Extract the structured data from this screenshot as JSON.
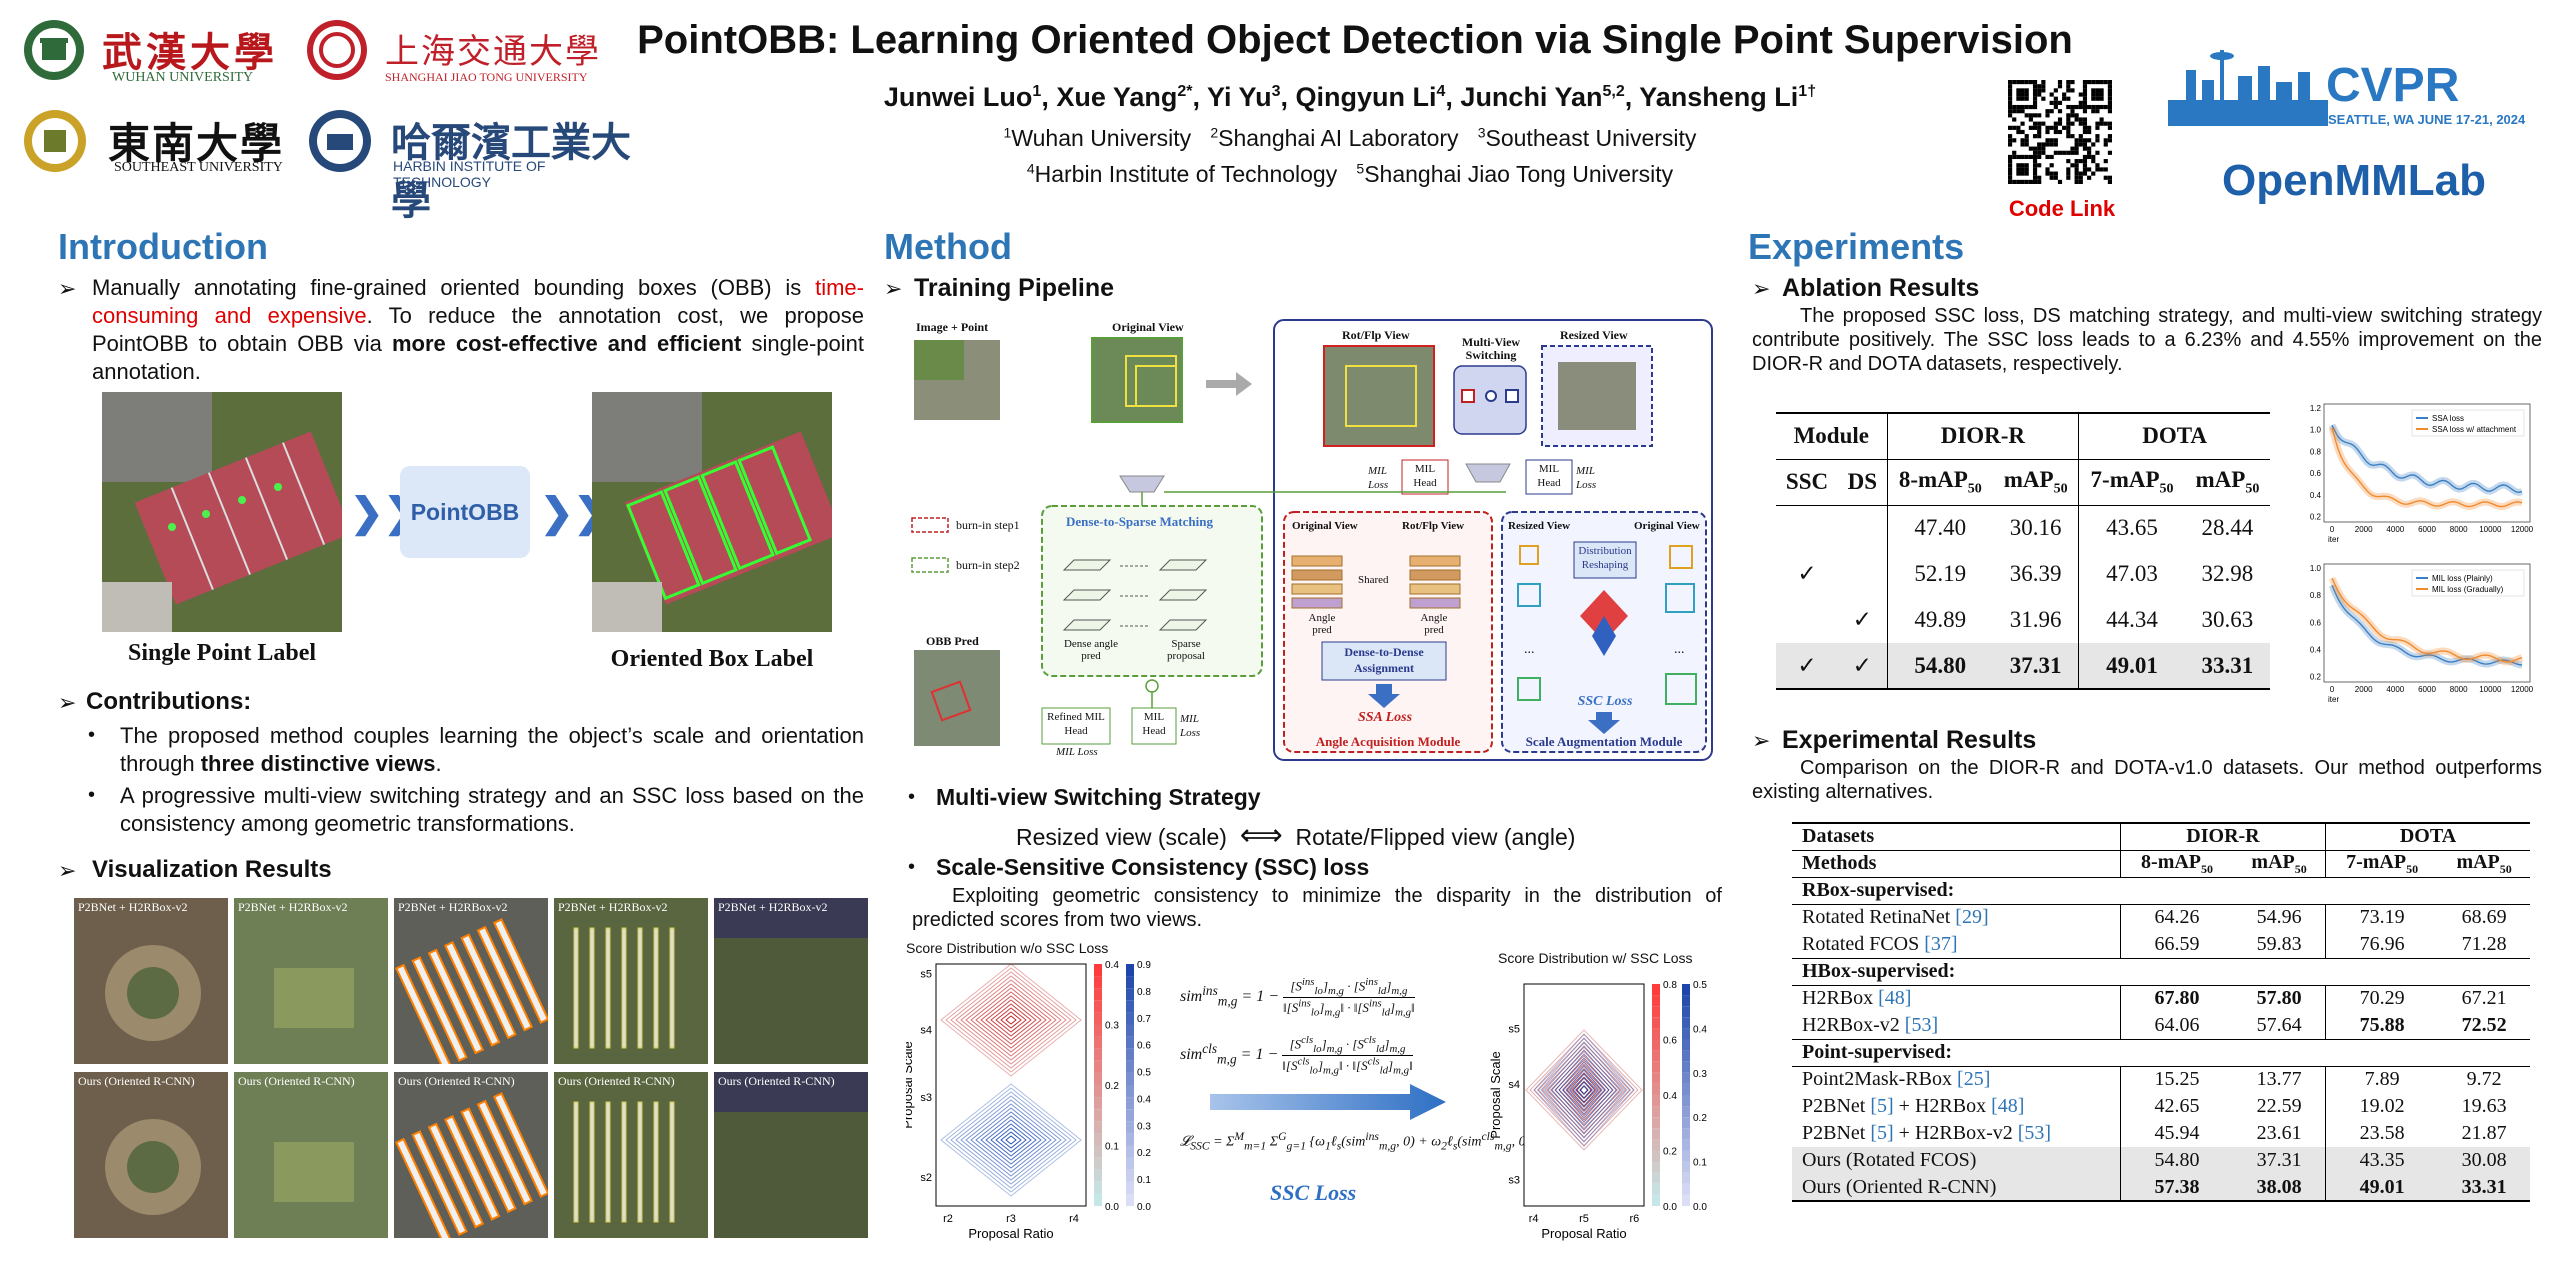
{
  "header": {
    "title": "PointOBB: Learning Oriented Object Detection via Single Point Supervision",
    "authors": [
      {
        "name": "Junwei Luo",
        "sup": "1"
      },
      {
        "name": "Xue Yang",
        "sup": "2*"
      },
      {
        "name": "Yi Yu",
        "sup": "3"
      },
      {
        "name": "Qingyun Li",
        "sup": "4"
      },
      {
        "name": "Junchi Yan",
        "sup": "5,2"
      },
      {
        "name": "Yansheng Li",
        "sup": "1†"
      }
    ],
    "affil_line1": [
      {
        "sup": "1",
        "text": "Wuhan University"
      },
      {
        "sup": "2",
        "text": "Shanghai AI Laboratory"
      },
      {
        "sup": "3",
        "text": "Southeast University"
      }
    ],
    "affil_line2": [
      {
        "sup": "4",
        "text": "Harbin Institute of Technology"
      },
      {
        "sup": "5",
        "text": "Shanghai Jiao Tong University"
      }
    ],
    "code_link": "Code Link",
    "logos": {
      "whu_cn": "武漢大學",
      "whu_en": "WUHAN UNIVERSITY",
      "sjtu_cn": "上海交通大學",
      "sjtu_en": "SHANGHAI JIAO TONG UNIVERSITY",
      "seu_cn": "東南大學",
      "seu_en": "SOUTHEAST UNIVERSITY",
      "hit_cn": "哈爾濱工業大學",
      "hit_en": "HARBIN INSTITUTE OF TECHNOLOGY",
      "cvpr": "CVPR",
      "cvpr_sub": "SEATTLE, WA  JUNE 17-21, 2024",
      "openmmlab": "OpenMMLab"
    }
  },
  "intro": {
    "heading": "Introduction",
    "p1_a": "Manually annotating fine-grained oriented bounding boxes (OBB) is ",
    "p1_red": "time-consuming and expensive",
    "p1_b": ". To reduce the annotation cost, we propose PointOBB to obtain OBB via ",
    "p1_bold": "more cost-effective and efficient",
    "p1_c": " single-point annotation.",
    "fig_single": "Single Point Label",
    "fig_middle": "PointOBB",
    "fig_oriented": "Oriented Box Label",
    "contrib_heading": "Contributions:",
    "c1_a": "The proposed method couples learning the object’s scale and orientation through ",
    "c1_bold": "three distinctive views",
    "c1_b": ".",
    "c2": "A progressive multi-view switching strategy and an SSC loss based on the consistency among geometric transformations.",
    "vis_heading": "Visualization Results",
    "vis_top": [
      "P2BNet + H2RBox-v2",
      "P2BNet + H2RBox-v2",
      "P2BNet + H2RBox-v2",
      "P2BNet + H2RBox-v2",
      "P2BNet + H2RBox-v2"
    ],
    "vis_bottom": [
      "Ours (Oriented R-CNN)",
      "Ours (Oriented R-CNN)",
      "Ours (Oriented R-CNN)",
      "Ours (Oriented R-CNN)",
      "Ours (Oriented R-CNN)"
    ]
  },
  "method": {
    "heading": "Method",
    "training": "Training Pipeline",
    "diagram": {
      "image_point": "Image + Point",
      "original_view": "Original View",
      "rot_flp": "Rot/Flp View",
      "multi_view": "Multi-View Switching",
      "resized_view": "Resized View",
      "burn1": "burn-in step1",
      "burn2": "burn-in step2",
      "d2s": "Dense-to-Sparse Matching",
      "dense_angle": "Dense angle pred",
      "sparse": "Sparse proposal",
      "obb_pred": "OBB Pred",
      "refined": "Refined MIL Head",
      "mil_head": "MIL Head",
      "mil_loss": "MIL Loss",
      "shared": "Shared",
      "angle_pred": "Angle pred",
      "d2d": "Dense-to-Dense Assignment",
      "ssa_loss": "SSA Loss",
      "angle_module": "Angle Acquisition Module",
      "dist_reshape": "Distribution Reshaping",
      "ssc_loss": "SSC Loss",
      "scale_module": "Scale Augmentation Module",
      "dots": "..."
    },
    "mvs_heading": "Multi-view Switching Strategy",
    "mvs_left": "Resized view (scale)",
    "mvs_arrow": "⟺",
    "mvs_right": "Rotate/Flipped view (angle)",
    "ssc_heading": "Scale-Sensitive Consistency (SSC) loss",
    "ssc_text": "Exploiting geometric consistency to minimize the disparity in the distribution of predicted scores from two views.",
    "plot_left_title": "Score Distribution w/o SSC Loss",
    "plot_right_title": "Score Distribution w/ SSC Loss",
    "plot_xlabel": "Proposal Ratio",
    "plot_ylabel": "Proposal Scale",
    "left_xticks": [
      "r2",
      "r3",
      "r4"
    ],
    "left_yticks": [
      "s5",
      "s4",
      "s3",
      "s2"
    ],
    "right_xticks": [
      "r4",
      "r5",
      "r6"
    ],
    "right_yticks": [
      "s5",
      "s4",
      "s3"
    ],
    "cbar_red": [
      "0.4",
      "0.3",
      "0.2",
      "0.1",
      "0.0"
    ],
    "cbar_blue": [
      "0.9",
      "0.8",
      "0.7",
      "0.6",
      "0.5",
      "0.4",
      "0.3",
      "0.2",
      "0.1",
      "0.0"
    ],
    "cbar_red_r": [
      "0.8",
      "0.6",
      "0.4",
      "0.2",
      "0.0"
    ],
    "cbar_blue_r": [
      "0.5",
      "0.4",
      "0.3",
      "0.2",
      "0.1",
      "0.0"
    ],
    "ssc_caption": "SSC Loss"
  },
  "experiments": {
    "heading": "Experiments",
    "ablation_heading": "Ablation Results",
    "ablation_text": "The proposed SSC loss, DS matching strategy, and multi-view switching strategy contribute positively. The SSC loss leads to a 6.23% and 4.55% improvement on the DIOR-R and DOTA datasets, respectively.",
    "ablation_table": {
      "h_module": "Module",
      "h_dior": "DIOR-R",
      "h_dota": "DOTA",
      "h_ssc": "SSC",
      "h_ds": "DS",
      "h_cols": [
        "8-mAP",
        "mAP",
        "7-mAP",
        "mAP"
      ],
      "h_sub": "50",
      "rows": [
        {
          "ssc": "",
          "ds": "",
          "v": [
            "47.40",
            "30.16",
            "43.65",
            "28.44"
          ]
        },
        {
          "ssc": "✓",
          "ds": "",
          "v": [
            "52.19",
            "36.39",
            "47.03",
            "32.98"
          ]
        },
        {
          "ssc": "",
          "ds": "✓",
          "v": [
            "49.89",
            "31.96",
            "44.34",
            "30.63"
          ]
        },
        {
          "ssc": "✓",
          "ds": "✓",
          "v": [
            "54.80",
            "37.31",
            "49.01",
            "33.31"
          ]
        }
      ]
    },
    "plot1_legend": [
      "SSA loss",
      "SSA loss w/ attachment"
    ],
    "plot2_legend": [
      "MIL loss (Plainly)",
      "MIL loss (Gradually)"
    ],
    "plot_xticks": [
      "0",
      "2000",
      "4000",
      "6000",
      "8000",
      "10000",
      "12000"
    ],
    "plot_xlabel": "iter",
    "plot1_yticks": [
      "1.2",
      "1.0",
      "0.8",
      "0.6",
      "0.4",
      "0.2"
    ],
    "plot2_yticks": [
      "1.0",
      "0.8",
      "0.6",
      "0.4",
      "0.2"
    ],
    "exp_heading": "Experimental Results",
    "exp_text": "Comparison on the DIOR-R and DOTA-v1.0 datasets. Our method outperforms existing alternatives.",
    "exp_table": {
      "h_datasets": "Datasets",
      "h_dior": "DIOR-R",
      "h_dota": "DOTA",
      "h_methods": "Methods",
      "h_cols": [
        "8-mAP",
        "mAP",
        "7-mAP",
        "mAP"
      ],
      "h_sub": "50",
      "groups": [
        {
          "name": "RBox-supervised:",
          "rows": [
            {
              "m": "Rotated RetinaNet ",
              "ref": "[29]",
              "v": [
                "64.26",
                "54.96",
                "73.19",
                "68.69"
              ],
              "bold": [
                false,
                false,
                false,
                false
              ]
            },
            {
              "m": "Rotated FCOS ",
              "ref": "[37]",
              "v": [
                "66.59",
                "59.83",
                "76.96",
                "71.28"
              ],
              "bold": [
                false,
                false,
                false,
                false
              ]
            }
          ]
        },
        {
          "name": "HBox-supervised:",
          "rows": [
            {
              "m": "H2RBox ",
              "ref": "[48]",
              "v": [
                "67.80",
                "57.80",
                "70.29",
                "67.21"
              ],
              "bold": [
                true,
                true,
                false,
                false
              ]
            },
            {
              "m": "H2RBox-v2 ",
              "ref": "[53]",
              "v": [
                "64.06",
                "57.64",
                "75.88",
                "72.52"
              ],
              "bold": [
                false,
                false,
                true,
                true
              ]
            }
          ]
        },
        {
          "name": "Point-supervised:",
          "rows": [
            {
              "m": "Point2Mask-RBox ",
              "ref": "[25]",
              "v": [
                "15.25",
                "13.77",
                "7.89",
                "9.72"
              ],
              "bold": [
                false,
                false,
                false,
                false
              ]
            },
            {
              "m": "P2BNet ",
              "ref": "[5]",
              "m2": " + H2RBox ",
              "ref2": "[48]",
              "v": [
                "42.65",
                "22.59",
                "19.02",
                "19.63"
              ],
              "bold": [
                false,
                false,
                false,
                false
              ]
            },
            {
              "m": "P2BNet ",
              "ref": "[5]",
              "m2": " + H2RBox-v2 ",
              "ref2": "[53]",
              "v": [
                "45.94",
                "23.61",
                "23.58",
                "21.87"
              ],
              "bold": [
                false,
                false,
                false,
                false
              ]
            },
            {
              "m": "Ours (Rotated FCOS)",
              "ref": "",
              "v": [
                "54.80",
                "37.31",
                "43.35",
                "30.08"
              ],
              "bold": [
                false,
                false,
                false,
                false
              ],
              "shade": true
            },
            {
              "m": "Ours (Oriented R-CNN)",
              "ref": "",
              "v": [
                "57.38",
                "38.08",
                "49.01",
                "33.31"
              ],
              "bold": [
                true,
                true,
                true,
                true
              ],
              "shade": true
            }
          ]
        }
      ]
    }
  },
  "colors": {
    "accent": "#2e75b6",
    "red": "#e00000",
    "green": "#5a9e3a",
    "navy": "#2b3a8c"
  }
}
